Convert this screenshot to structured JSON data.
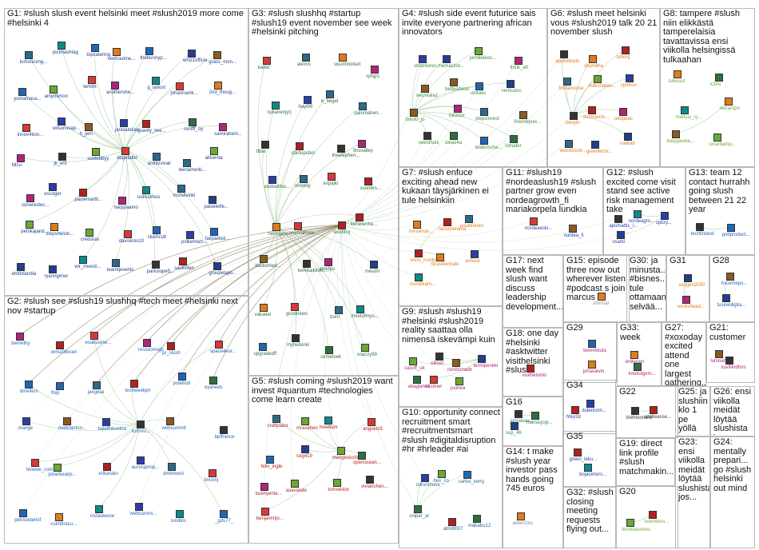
{
  "groups": [
    {
      "id": "G1",
      "title": "G1: #slush slush event helsinki meet #slush2019 more come #helsinki 4",
      "color": "#1f3f8f",
      "nodes": [
        "lumoniumg...",
        "pickhashtag",
        "topcatering",
        "venhoutme...",
        "thebunnyp...",
        "whizzofficie",
        "grass_mon...",
        "yomamaca...",
        "amymimori",
        "terhiht",
        "anothershe...",
        "g_lariost",
        "johannanik...",
        "2nd_thoug...",
        "innov4tion...",
        "wilsonsvap...",
        "h_jem",
        "janisalokan...",
        "gravity_twe...",
        "cerifff_oy",
        "samirahem...",
        "tiitsu",
        "jk_ent",
        "sonlebbyy",
        "dogetalist",
        "anttikivivali",
        "leenamerki...",
        "allisenta",
        "sonerextec...",
        "escoger",
        "paulemartti...",
        "harppaamo",
        "uutissirkus",
        "mshelsinki",
        "pacieletfe...",
        "petrikajand...",
        "stepshelsin...",
        "credorax",
        "davisknis10",
        "slushcult",
        "polkemarc...",
        "fairparkisl...",
        "etofinlandia",
        "ryanngimer",
        "wir_investi...",
        "teamtjevents",
        "parkslope5...",
        "saulivilen",
        "groupelapo..."
      ]
    },
    {
      "id": "G2",
      "title": "G2: #slush see #slush19 slushhq #tech meet #helsinki next nov #startup",
      "color": "#1f66b5",
      "nodes": [
        "bernelhy",
        "wmuzilleseri",
        "esabusine...",
        "resistomsgil",
        "pr_slush",
        "space4eur...",
        "dmeliers",
        "frep",
        "jangwai",
        "techweekpri",
        "poleilsbl",
        "eyaneds",
        "orange",
        "mattrianton...",
        "balelfnkuelna",
        "icnhmc...",
        "websummit",
        "bpifrance",
        "bowwe_com",
        "polarbearpi...",
        "erikaralio",
        "auroraprop...",
        "dmbrivest",
        "timomj",
        "petricederlof",
        "coimbrasu...",
        "instaweese",
        "websummi...",
        "lundkis",
        "_gds77_"
      ]
    },
    {
      "id": "G3",
      "title": "G3: #slush slushhq #startup #slush19 event november see week #helsinki pitching",
      "color": "#2f6f3f",
      "nodes": [
        "kaikki",
        "alexvs",
        "sisuminotset",
        "rphgrc",
        "nykanenjyrj",
        "hayl99",
        "e_begel",
        "palomahen...",
        "ttbar",
        "startupsbot",
        "theelephen...",
        "finsvalley",
        "vastuullisu...",
        "ometoy",
        "expajki",
        "suomen...",
        "niemijarvi",
        "onervahova",
        "slushhq",
        "keranenhe...",
        "kasksmed...",
        "kerkkaikinen...",
        "emidyo",
        "meumi",
        "valueiel",
        "goodnews",
        "burn",
        "mindofmyo...",
        "upgradedff",
        "myhelsinki",
        "cemetsek",
        "snazzy99"
      ]
    },
    {
      "id": "G4",
      "title": "G4: #slush side event futurice sais invite everyone partnering african innovators",
      "color": "#3b8f3b",
      "nodes": [
        "stratmorec",
        "memacind...",
        "yemibekes...",
        "think_afr",
        "wecreatez",
        "bettysibeso",
        "unitabs",
        "verticalvc",
        "dololo_jo",
        "futurice",
        "stepsinvest",
        "finembpret...",
        "neesthuis",
        "ideas4a",
        "ieldenscha...",
        "lutrader"
      ]
    },
    {
      "id": "G5",
      "title": "G5: #slush coming #slush2019 want invest #quantum #technologies come learn create",
      "color": "#b22020",
      "nodes": [
        "craftplace",
        "mrasehen",
        "meetiqm",
        "angoetz5",
        "felix_ingle",
        "ceg419",
        "mangeslush",
        "openocean...",
        "kuenyente...",
        "asavande",
        "tomvestor",
        "vivianchen...",
        "benjaminjo..."
      ]
    },
    {
      "id": "G6",
      "title": "G6: #slush meet helsinki vous #slush2019 talk 20 21 november slush",
      "color": "#e07b1b",
      "nodes": [
        "appfollowio",
        "shamiiha",
        "tahorg",
        "fmfrancoise",
        "milkshakev...",
        "cpotron",
        "clevyio",
        "thomasclo...",
        "oddpeas",
        "woodstock...",
        "greenlechr...",
        "rowkatr"
      ]
    },
    {
      "id": "G7",
      "title": "G7: #slush enfuce exciting ahead new kukaan täysjärkinen ei tule helsinkiin",
      "color": "#e07b1b",
      "nodes": [
        "mirvahuis...",
        "taloustelama",
        "jusatkonen",
        "enno_nordic",
        "tkrasikivinaki",
        "enfuce",
        "monilikam..."
      ]
    },
    {
      "id": "G8",
      "title": "G8: tampere #slush niin elikkästä tamperelaisia tavattavissa ensi viikolla helsingissä tulkaahan",
      "color": "#6aa832",
      "nodes": [
        "tulecast",
        "k2tre",
        "markus_sj...",
        "ekiraropo",
        "kauppeake...",
        "smarttamp..."
      ]
    },
    {
      "id": "G9",
      "title": "G9: #slush #slush19 #helsinki #slush2019 reality saattaa olla nimensä iskevämpi kuin",
      "color": "#b0257a",
      "nodes": [
        "casoff_uk",
        "eikoel",
        "nordicmade",
        "termipenkki",
        "ekaglanefi",
        "kestiner",
        "juuhea"
      ]
    },
    {
      "id": "G10",
      "title": "G10: opportunity connect recruitment smart #recruitmentsmart #slush #digitaldisruption #hr #hrleader #ai",
      "color": "#2a6a8a",
      "nodes": [
        "sdrunmone",
        "hex_co",
        "carlos_kerry",
        "sniper_al",
        "abhi9007",
        "mababu12"
      ]
    },
    {
      "id": "G11",
      "title": "G11: #slush19 #nordeaslush19 #slush partner grow even nordeagrowth_fi mariakorpela lundkia",
      "color": "#2a3ea8",
      "nodes": [
        "nordeaeski...",
        "nordea_fi"
      ]
    },
    {
      "id": "G12",
      "title": "G12: #slush excited come visit stand see active risk management take",
      "color": "#2a3ea8",
      "nodes": [
        "apomattic_l...",
        "nordeagro...",
        "spitzy...",
        "vsarki"
      ]
    },
    {
      "id": "G13",
      "title": "G13: team 12 contact hurrahh going slush between 21 22 year",
      "color": "#1f5fb0",
      "nodes": [
        "techfinland",
        "pobproduct..."
      ]
    },
    {
      "id": "G14",
      "title": "G14: t make #slush year investor pass hands going 745 euros",
      "color": "#888",
      "nodes": [
        "akberzins"
      ]
    },
    {
      "id": "G15",
      "title": "G15: episode three now out wherever listen #podcast s join marcus",
      "color": "#888",
      "nodes": [
        "smrmal"
      ]
    },
    {
      "id": "G16",
      "title": "G16",
      "color": "#2a8a6a",
      "nodes": [
        "jonnasao...",
        "martasjogr...",
        "sup_46"
      ]
    },
    {
      "id": "G17",
      "title": "G17: next week find slush want discuss leadership development...",
      "color": "#888",
      "nodes": []
    },
    {
      "id": "G18",
      "title": "G18: one day #helsinki #asktwitter visithelsinki #slush",
      "color": "#b0257a",
      "nodes": [
        "visithelsinki"
      ]
    },
    {
      "id": "G19",
      "title": "G19: direct link profile #slush matchmakin...",
      "color": "#888",
      "nodes": []
    },
    {
      "id": "G20",
      "title": "G20",
      "color": "#6aa832",
      "nodes": [
        "fennialumnes",
        "noorverro..."
      ]
    },
    {
      "id": "G21",
      "title": "G21: customer",
      "color": "#b0257a",
      "nodes": [
        "lumoame",
        "suvillindfors"
      ]
    },
    {
      "id": "G22",
      "title": "G22",
      "color": "#333",
      "nodes": [
        "tirehtoorisilo",
        "andreasse..."
      ]
    },
    {
      "id": "G23",
      "title": "G23: ensi viikolla meidät löytää slushista jos...",
      "color": "#888",
      "nodes": []
    },
    {
      "id": "G24",
      "title": "G24: mentally prepari... go #slush helsinki out mind",
      "color": "#888",
      "nodes": []
    },
    {
      "id": "G25",
      "title": "G25: ja slushiin klo 1 pe yöllä paras aika...",
      "color": "#888",
      "nodes": []
    },
    {
      "id": "G26",
      "title": "G26: ensi viikolla meidät löytää slushista jos...",
      "color": "#888",
      "nodes": []
    },
    {
      "id": "G27",
      "title": "G27: #xoxoday excited attend one largest gathering...",
      "color": "#888",
      "nodes": []
    },
    {
      "id": "G28",
      "title": "G28",
      "color": "#1f66b5",
      "nodes": [
        "focomiepo...",
        "tusinedigita..."
      ]
    },
    {
      "id": "G29",
      "title": "G29",
      "color": "#b0257a",
      "nodes": [
        "teevirkkula",
        "juhavalvio"
      ]
    },
    {
      "id": "G30",
      "title": "G30: ja minusta... #bisnes... tule ottamaan selvää...",
      "color": "#888",
      "nodes": []
    },
    {
      "id": "G31",
      "title": "G31",
      "color": "#e07b1b",
      "nodes": [
        "oxygen2050",
        "workshead..."
      ]
    },
    {
      "id": "G32",
      "title": "G32: #slush closing meeting requests flying out...",
      "color": "#888",
      "nodes": []
    },
    {
      "id": "G33",
      "title": "G33: week",
      "color": "#b0257a",
      "nodes": [
        "entkaren",
        "koukolgem..."
      ]
    },
    {
      "id": "G34",
      "title": "G34",
      "color": "#2a3ea8",
      "nodes": [
        "hfey3d",
        "dubelcom..."
      ]
    },
    {
      "id": "G35",
      "title": "G35",
      "color": "#2a3ea8",
      "nodes": [
        "green_leku...",
        "bojackhors..."
      ]
    }
  ]
}
